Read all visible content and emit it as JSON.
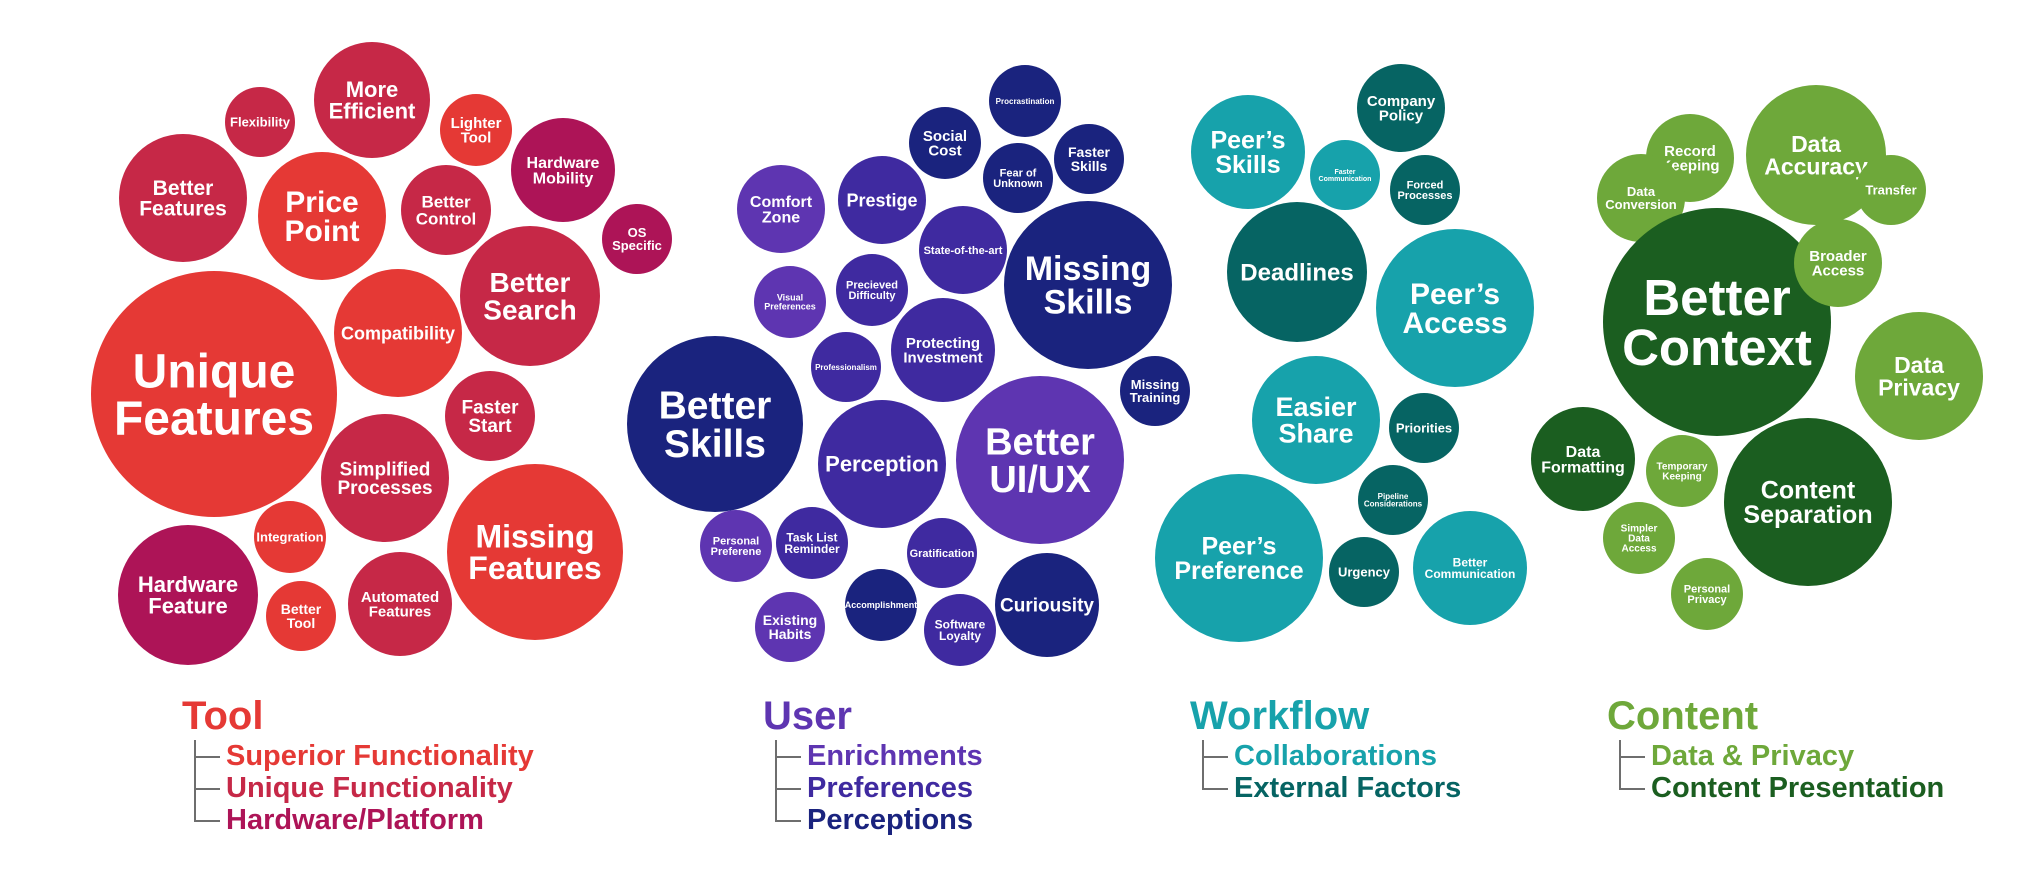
{
  "palette": {
    "tool_1": "#e53935",
    "tool_2": "#c62847",
    "tool_3": "#ad1457",
    "user_1": "#5e35b1",
    "user_2": "#3f2aa0",
    "user_3": "#1a237e",
    "workflow_1": "#17a2ab",
    "workflow_2": "#066463",
    "content_1": "#6ea83a",
    "content_2": "#1b5e20"
  },
  "groups": [
    {
      "id": "tool",
      "title": "Tool",
      "title_color": "#e53935",
      "categories": [
        {
          "label": "Superior Functionality",
          "color": "#e53935"
        },
        {
          "label": "Unique Functionality",
          "color": "#c62847"
        },
        {
          "label": "Hardware/Platform",
          "color": "#ad1457"
        }
      ],
      "bubbles": [
        {
          "lines": [
            "Unique",
            "Features"
          ],
          "color": "#e53935"
        },
        {
          "lines": [
            "Missing",
            "Features"
          ],
          "color": "#e53935"
        },
        {
          "lines": [
            "Price",
            "Point"
          ],
          "color": "#e53935"
        },
        {
          "lines": [
            "Better",
            "Search"
          ],
          "color": "#c62847"
        },
        {
          "lines": [
            "More",
            "Efficient"
          ],
          "color": "#c62847"
        },
        {
          "lines": [
            "Better",
            "Features"
          ],
          "color": "#c62847"
        },
        {
          "lines": [
            "Compatibility"
          ],
          "color": "#e53935"
        },
        {
          "lines": [
            "Simplified",
            "Processes"
          ],
          "color": "#c62847"
        },
        {
          "lines": [
            "Hardware",
            "Feature"
          ],
          "color": "#ad1457"
        },
        {
          "lines": [
            "Hardware",
            "Mobility"
          ],
          "color": "#ad1457"
        },
        {
          "lines": [
            "Better",
            "Control"
          ],
          "color": "#c62847"
        },
        {
          "lines": [
            "Faster",
            "Start"
          ],
          "color": "#c62847"
        },
        {
          "lines": [
            "Automated",
            "Features"
          ],
          "color": "#c62847"
        },
        {
          "lines": [
            "Flexibility"
          ],
          "color": "#c62847"
        },
        {
          "lines": [
            "Lighter",
            "Tool"
          ],
          "color": "#e53935"
        },
        {
          "lines": [
            "OS",
            "Specific"
          ],
          "color": "#ad1457"
        },
        {
          "lines": [
            "Integration"
          ],
          "color": "#e53935"
        },
        {
          "lines": [
            "Better",
            "Tool"
          ],
          "color": "#e53935"
        }
      ]
    },
    {
      "id": "user",
      "title": "User",
      "title_color": "#5e35b1",
      "categories": [
        {
          "label": "Enrichments",
          "color": "#5e35b1"
        },
        {
          "label": "Preferences",
          "color": "#3f2aa0"
        },
        {
          "label": "Perceptions",
          "color": "#1a237e"
        }
      ],
      "bubbles": [
        {
          "lines": [
            "Better",
            "Skills"
          ],
          "color": "#1a237e"
        },
        {
          "lines": [
            "Missing",
            "Skills"
          ],
          "color": "#1a237e"
        },
        {
          "lines": [
            "Better",
            "UI/UX"
          ],
          "color": "#5e35b1"
        },
        {
          "lines": [
            "Perception"
          ],
          "color": "#3f2aa0"
        },
        {
          "lines": [
            "Curiousity"
          ],
          "color": "#1a237e"
        },
        {
          "lines": [
            "Comfort",
            "Zone"
          ],
          "color": "#5e35b1"
        },
        {
          "lines": [
            "Prestige"
          ],
          "color": "#3f2aa0"
        },
        {
          "lines": [
            "Protecting",
            "Investment"
          ],
          "color": "#3f2aa0"
        },
        {
          "lines": [
            "State-of-the-art"
          ],
          "color": "#3f2aa0"
        },
        {
          "lines": [
            "Social",
            "Cost"
          ],
          "color": "#1a237e"
        },
        {
          "lines": [
            "Procrastination"
          ],
          "color": "#1a237e"
        },
        {
          "lines": [
            "Fear of",
            "Unknown"
          ],
          "color": "#1a237e"
        },
        {
          "lines": [
            "Faster",
            "Skills"
          ],
          "color": "#1a237e"
        },
        {
          "lines": [
            "Visual",
            "Preferences"
          ],
          "color": "#5e35b1"
        },
        {
          "lines": [
            "Precieved",
            "Difficulty"
          ],
          "color": "#3f2aa0"
        },
        {
          "lines": [
            "Professionalism"
          ],
          "color": "#3f2aa0"
        },
        {
          "lines": [
            "Missing",
            "Training"
          ],
          "color": "#1a237e"
        },
        {
          "lines": [
            "Personal",
            "Preferene"
          ],
          "color": "#5e35b1"
        },
        {
          "lines": [
            "Task List",
            "Reminder"
          ],
          "color": "#3f2aa0"
        },
        {
          "lines": [
            "Gratification"
          ],
          "color": "#3f2aa0"
        },
        {
          "lines": [
            "Existing",
            "Habits"
          ],
          "color": "#5e35b1"
        },
        {
          "lines": [
            "Accomplishment"
          ],
          "color": "#1a237e"
        },
        {
          "lines": [
            "Software",
            "Loyalty"
          ],
          "color": "#3f2aa0"
        }
      ]
    },
    {
      "id": "workflow",
      "title": "Workflow",
      "title_color": "#17a2ab",
      "categories": [
        {
          "label": "Collaborations",
          "color": "#17a2ab"
        },
        {
          "label": "External Factors",
          "color": "#066463"
        }
      ],
      "bubbles": [
        {
          "lines": [
            "Peer’s",
            "Skills"
          ],
          "color": "#17a2ab"
        },
        {
          "lines": [
            "Company",
            "Policy"
          ],
          "color": "#066463"
        },
        {
          "lines": [
            "Faster",
            "Communication"
          ],
          "color": "#17a2ab"
        },
        {
          "lines": [
            "Forced",
            "Processes"
          ],
          "color": "#066463"
        },
        {
          "lines": [
            "Deadlines"
          ],
          "color": "#066463"
        },
        {
          "lines": [
            "Peer’s",
            "Access"
          ],
          "color": "#17a2ab"
        },
        {
          "lines": [
            "Easier",
            "Share"
          ],
          "color": "#17a2ab"
        },
        {
          "lines": [
            "Priorities"
          ],
          "color": "#066463"
        },
        {
          "lines": [
            "Pipeline",
            "Considerations"
          ],
          "color": "#066463"
        },
        {
          "lines": [
            "Peer’s",
            "Preference"
          ],
          "color": "#17a2ab"
        },
        {
          "lines": [
            "Urgency"
          ],
          "color": "#066463"
        },
        {
          "lines": [
            "Better",
            "Communication"
          ],
          "color": "#17a2ab"
        }
      ]
    },
    {
      "id": "content",
      "title": "Content",
      "title_color": "#6ea83a",
      "categories": [
        {
          "label": "Data & Privacy",
          "color": "#6ea83a"
        },
        {
          "label": "Content Presentation",
          "color": "#1b5e20"
        }
      ],
      "bubbles": [
        {
          "lines": [
            "Record",
            "Keeping"
          ],
          "color": "#6ea83a"
        },
        {
          "lines": [
            "Data",
            "Accuracy"
          ],
          "color": "#6ea83a"
        },
        {
          "lines": [
            "Transfer"
          ],
          "color": "#6ea83a"
        },
        {
          "lines": [
            "Data",
            "Conversion"
          ],
          "color": "#6ea83a"
        },
        {
          "lines": [
            "Better",
            "Context"
          ],
          "color": "#1b5e20"
        },
        {
          "lines": [
            "Broader",
            "Access"
          ],
          "color": "#6ea83a"
        },
        {
          "lines": [
            "Data",
            "Privacy"
          ],
          "color": "#6ea83a"
        },
        {
          "lines": [
            "Data",
            "Formatting"
          ],
          "color": "#1b5e20"
        },
        {
          "lines": [
            "Temporary",
            "Keeping"
          ],
          "color": "#6ea83a"
        },
        {
          "lines": [
            "Content",
            "Separation"
          ],
          "color": "#1b5e20"
        },
        {
          "lines": [
            "Simpler",
            "Data",
            "Access"
          ],
          "color": "#6ea83a"
        },
        {
          "lines": [
            "Personal",
            "Privacy"
          ],
          "color": "#6ea83a"
        }
      ]
    }
  ]
}
